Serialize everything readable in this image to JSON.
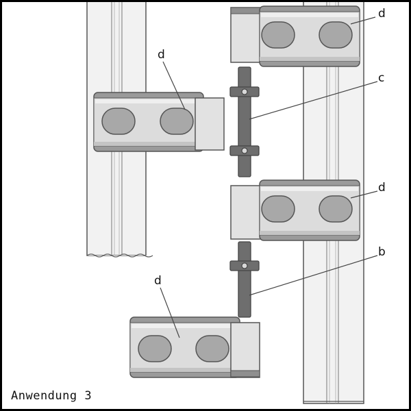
{
  "caption": "Anwendung 3",
  "labels": {
    "clamp_top_right": "d",
    "clamp_left": "d",
    "clamp_mid_right": "d",
    "clamp_bottom": "d",
    "connector_upper": "c",
    "connector_lower": "b"
  },
  "colors": {
    "line": "#555555",
    "profile_fill": "#eeeeee",
    "clamp_fill": "#dcdcdc",
    "clamp_dark": "#9a9a9a",
    "clamp_light": "#ececec",
    "slot_fill": "#a8a8a8",
    "connector_fill": "#6e6e6e"
  },
  "icons": [
    "clamp",
    "aluminium-profile",
    "connector-bolt"
  ]
}
